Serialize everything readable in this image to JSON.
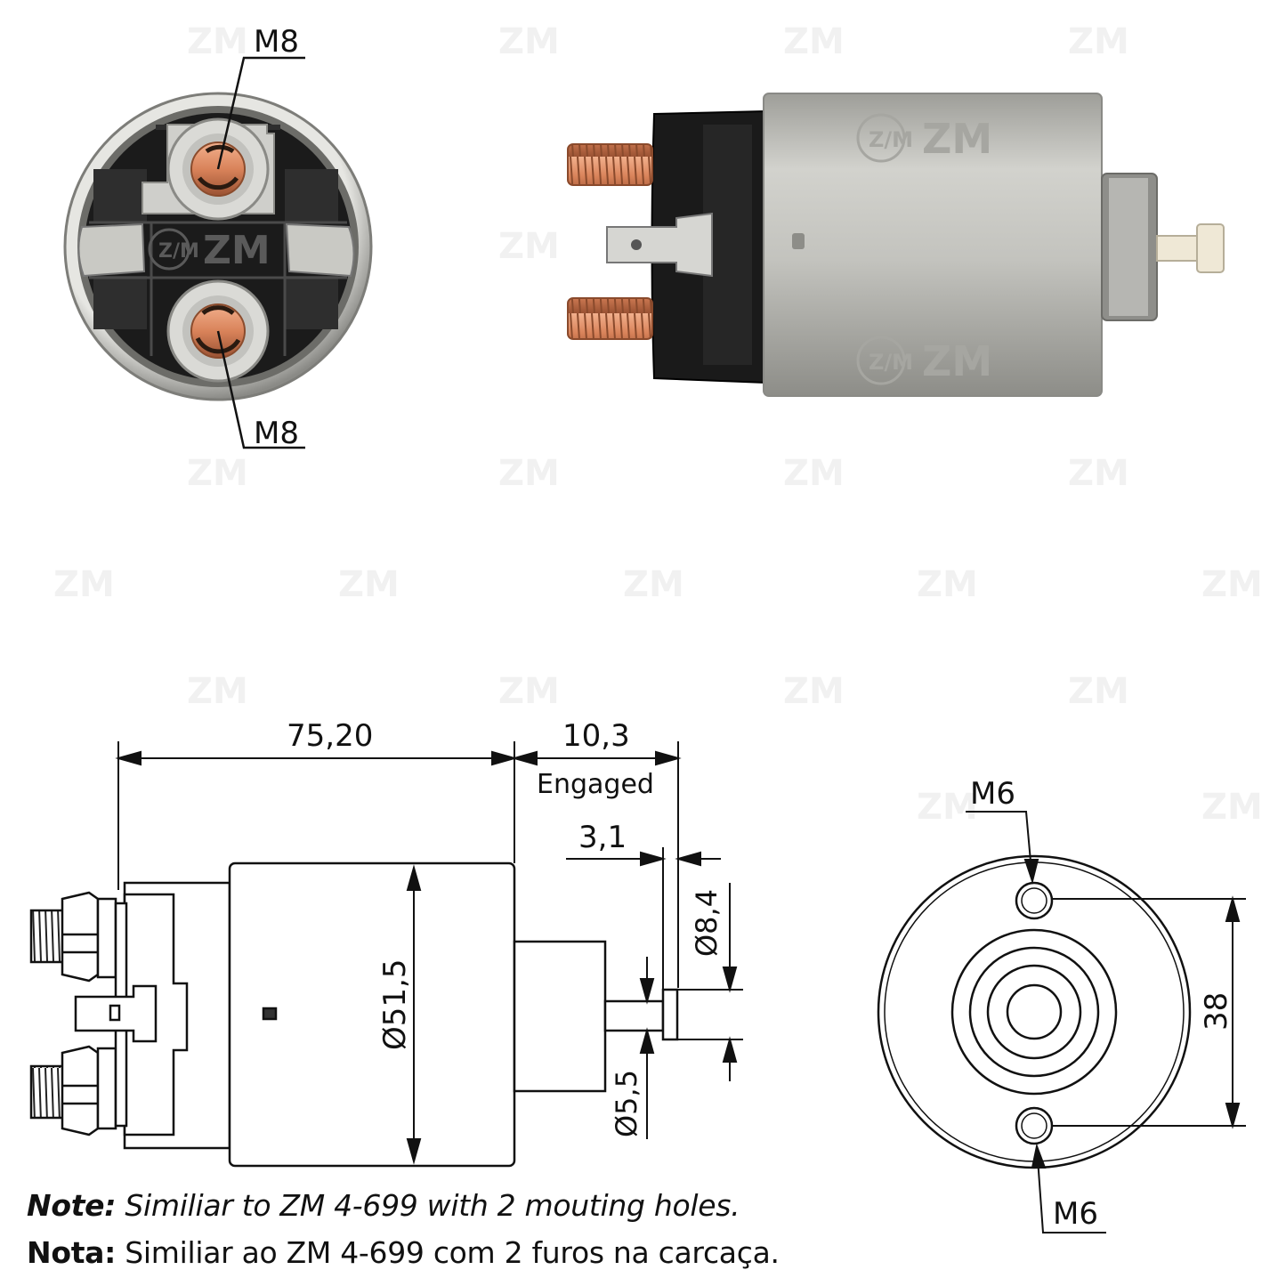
{
  "watermark": {
    "brand": "ZM",
    "logo": "Z/M"
  },
  "photo_labels": {
    "top_stud": "M8",
    "bottom_stud": "M8"
  },
  "dimensions": {
    "length": "75,20",
    "travel": "10,3",
    "travel_note": "Engaged",
    "shaft_offset": "3,1",
    "body_diameter": "Ø51,5",
    "tip_diameter": "Ø8,4",
    "shaft_diameter": "Ø5,5",
    "hole_spacing": "38",
    "hole_top": "M6",
    "hole_bottom": "M6"
  },
  "notes": {
    "en_label": "Note:",
    "en_text": " Similiar to ZM 4-699 with 2 mouting holes.",
    "pt_label": "Nota:",
    "pt_text": " Similiar ao ZM 4-699 com 2 furos na carcaça."
  },
  "colors": {
    "copper": "#d9835a",
    "steel": "#b9b9b4",
    "housing": "#1b1b1b"
  }
}
